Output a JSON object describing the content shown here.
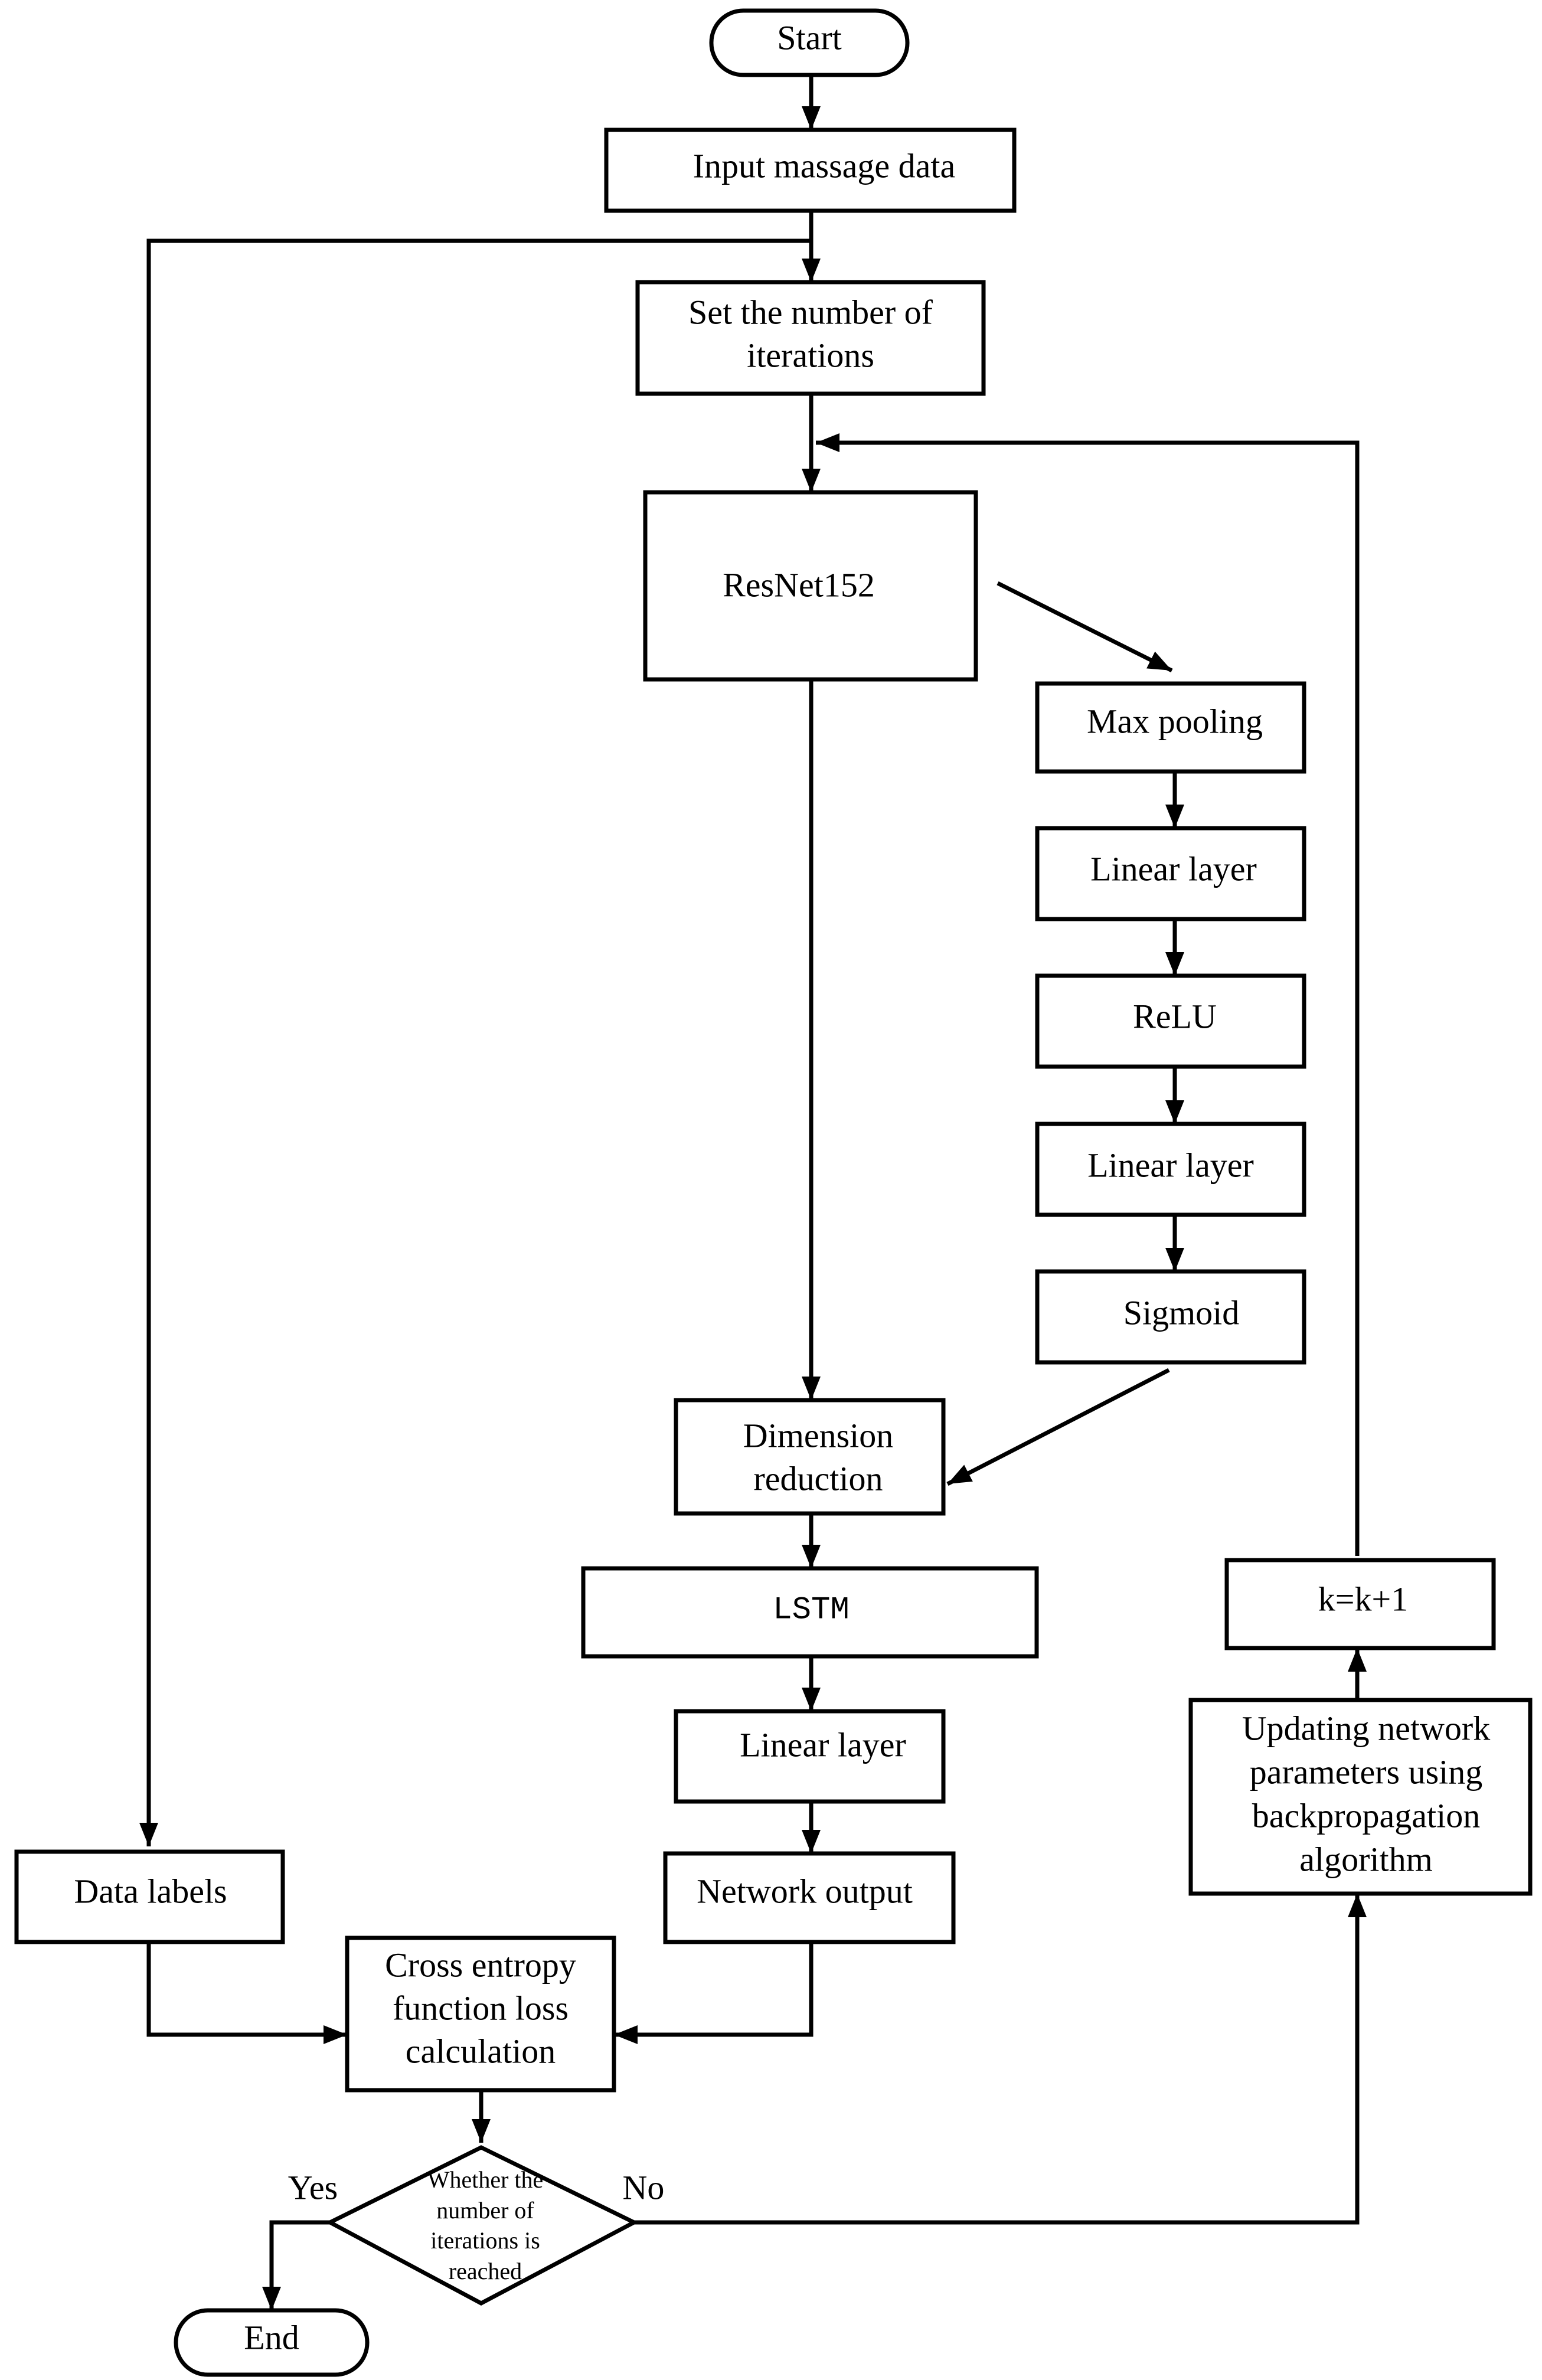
{
  "nodes": {
    "start": "Start",
    "input": "Input massage data",
    "set_iter": [
      "Set the number of",
      "iterations"
    ],
    "resnet": "ResNet152",
    "maxpool": "Max pooling",
    "linear1": "Linear layer",
    "relu": "ReLU",
    "linear2": "Linear layer",
    "sigmoid": "Sigmoid",
    "dimred": [
      "Dimension",
      "reduction"
    ],
    "lstm": "LSTM",
    "linear3": "Linear layer",
    "netout": "Network output",
    "labels": "Data labels",
    "loss": [
      "Cross entropy",
      "function loss",
      "calculation"
    ],
    "decision": [
      "Whether the",
      "number of",
      "iterations is",
      "reached"
    ],
    "end": "End",
    "update": [
      "Updating network",
      "parameters using",
      "backpropagation",
      "algorithm"
    ],
    "kinc": "k=k+1"
  },
  "edges": {
    "yes": "Yes",
    "no": "No"
  }
}
